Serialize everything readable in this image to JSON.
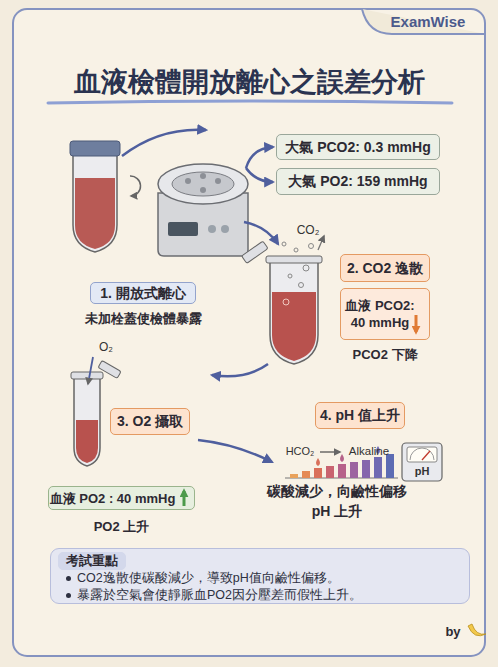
{
  "diagram": {
    "title": "血液檢體開放離心之誤差分析",
    "nodes": [
      {
        "text": [
          "1. 開放式離心",
          "未加栓蓋使檢體暴露"
        ]
      },
      {
        "text": [
          "大氣 PCO2: 0.3 mmHg"
        ]
      },
      {
        "text": [
          "大氣 PO2: 159 mmHg"
        ]
      },
      {
        "text": [
          "2. CO2 逸散"
        ]
      },
      {
        "text": [
          "血液 PCO2: 40 mmHg",
          "PCO2 下降"
        ]
      },
      {
        "text": [
          "3. O2 攝取"
        ]
      },
      {
        "text": [
          "血液 PO2 : 40 mmHg",
          "PO2 上升"
        ]
      },
      {
        "text": [
          "4. pH 值上升"
        ]
      },
      {
        "text": [
          "CO2逸散使碳酸減少，導致pH值向鹼性偏移。",
          "暴露於空氣會使靜脈血PO2因分壓差而假性上升。"
        ]
      },
      {
        "text": [
          "考試重點"
        ],
        "in": 8
      }
    ],
    "labels": [
      "ExamWise",
      "CO₂",
      "O₂",
      "HCO₂",
      "Alkaline",
      "pH",
      "碳酸減少，向鹼性偏移 pH 上升",
      "by"
    ]
  }
}
